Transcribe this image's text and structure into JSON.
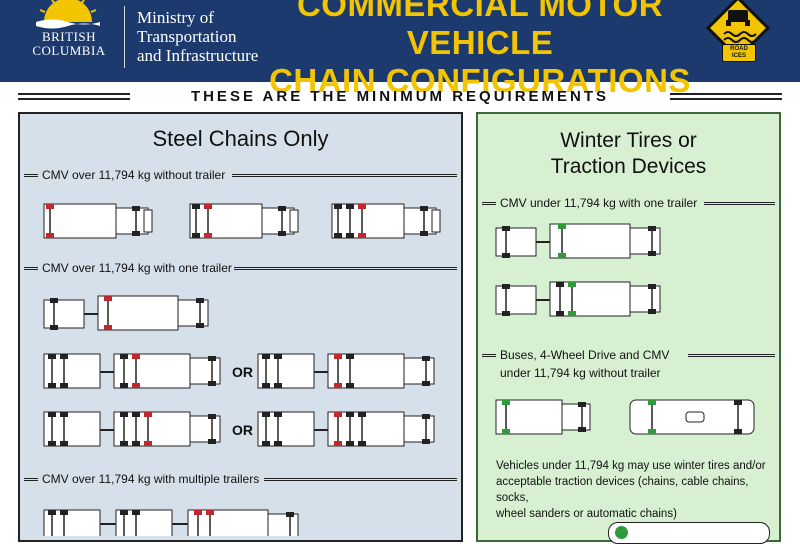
{
  "header": {
    "province_line1": "BRITISH",
    "province_line2": "COLUMBIA",
    "ministry_line1": "Ministry of",
    "ministry_line2": "Transportation",
    "ministry_line3": "and Infrastructure",
    "title_line1": "COMMERCIAL MOTOR VEHICLE",
    "title_line2": "CHAIN CONFIGURATIONS",
    "sign_text_line1": "ROAD",
    "sign_text_line2": "ICES",
    "icons": [
      "bc-sun-logo-icon",
      "road-ices-sign-icon"
    ]
  },
  "banner": "THESE ARE THE MINIMUM REQUIREMENTS",
  "steel": {
    "title": "Steel Chains Only",
    "sec1": "CMV over 11,794 kg without trailer",
    "sec2": "CMV over 11,794 kg with one trailer",
    "sec3": "CMV over 11,794 kg with multiple trailers",
    "or_label": "OR"
  },
  "winter": {
    "title_line1": "Winter Tires or",
    "title_line2": "Traction Devices",
    "sec1": "CMV under 11,794 kg with one trailer",
    "sec2_line1": "Buses, 4-Wheel Drive and CMV",
    "sec2_line2": "under 11,794 kg without trailer",
    "note_line1": "Vehicles under 11,794 kg may use winter tires and/or",
    "note_line2": "acceptable traction devices (chains, cable chains, socks,",
    "note_line3": "wheel sanders or automatic chains)"
  },
  "colors": {
    "header_bg": "#1d3a6e",
    "title_yellow": "#f2c500",
    "steel_panel_bg": "#d5e0ea",
    "winter_panel_bg": "#d8f0d2",
    "chain_red": "#c0282d",
    "traction_green": "#2e9c3b"
  }
}
